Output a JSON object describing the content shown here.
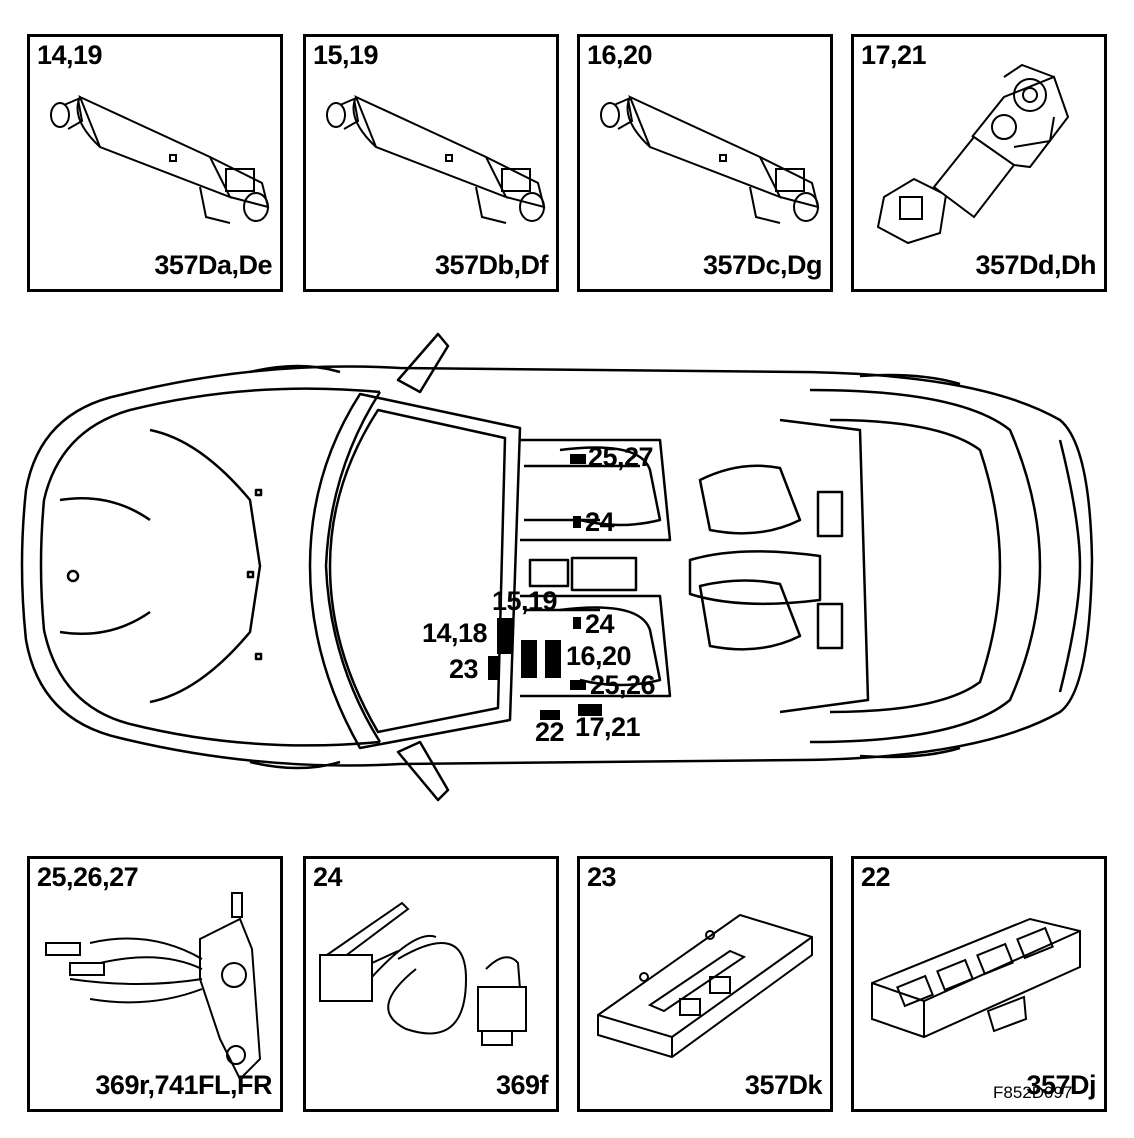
{
  "top_panels": [
    {
      "ref": "14,19",
      "code": "357Da,De",
      "icon": "window-motor-icon"
    },
    {
      "ref": "15,19",
      "code": "357Db,Df",
      "icon": "window-motor-icon"
    },
    {
      "ref": "16,20",
      "code": "357Dc,Dg",
      "icon": "window-motor-icon"
    },
    {
      "ref": "17,21",
      "code": "357Dd,Dh",
      "icon": "window-motor-gear-icon"
    }
  ],
  "bottom_panels": [
    {
      "ref": "25,26,27",
      "code": "369r,741FL,FR",
      "icon": "door-lock-actuator-icon"
    },
    {
      "ref": "24",
      "code": "369f",
      "icon": "micro-switch-icon"
    },
    {
      "ref": "23",
      "code": "357Dk",
      "icon": "control-module-icon"
    },
    {
      "ref": "22",
      "code": "357Dj",
      "icon": "window-switch-panel-icon"
    }
  ],
  "car_callouts": {
    "c_25_27": "25,27",
    "c_24_upper": "24",
    "c_15_19": "15,19",
    "c_14_18": "14,18",
    "c_24_lower": "24",
    "c_16_20": "16,20",
    "c_23": "23",
    "c_25_26": "25,26",
    "c_22": "22",
    "c_17_21": "17,21"
  },
  "figure_code": "F852D097"
}
